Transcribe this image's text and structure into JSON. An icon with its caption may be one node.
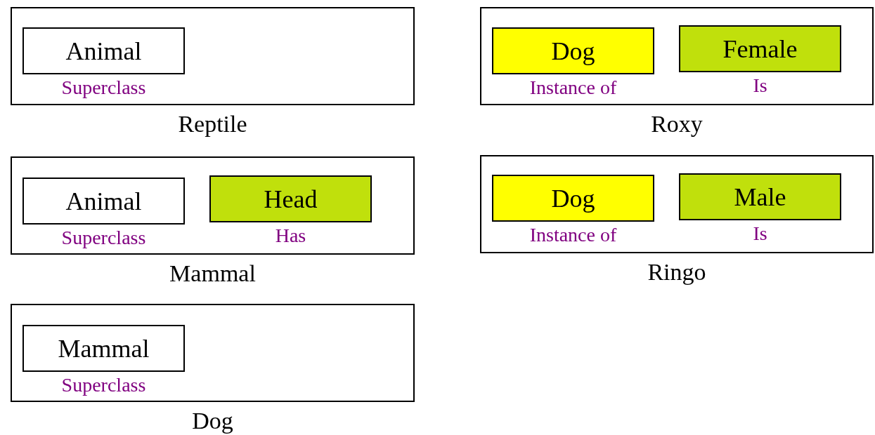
{
  "diagram": {
    "nodes": [
      {
        "text": [
          "Reptile"
        ]
      },
      {
        "text": [
          "Animal"
        ],
        "in": 0,
        "beside": [
          "Superclass"
        ]
      },
      {
        "text": [
          "Mammal"
        ]
      },
      {
        "text": [
          "Animal"
        ],
        "in": 2,
        "beside": [
          "Superclass"
        ]
      },
      {
        "text": [
          "Head"
        ],
        "in": 2,
        "beside": [
          "Has"
        ]
      },
      {
        "text": [
          "Dog"
        ]
      },
      {
        "text": [
          "Mammal"
        ],
        "in": 5,
        "beside": [
          "Superclass"
        ]
      },
      {
        "text": [
          "Roxy"
        ]
      },
      {
        "text": [
          "Dog"
        ],
        "in": 7,
        "beside": [
          "Instance of"
        ]
      },
      {
        "text": [
          "Female"
        ],
        "in": 7,
        "beside": [
          "Is"
        ]
      },
      {
        "text": [
          "Ringo"
        ]
      },
      {
        "text": [
          "Dog"
        ],
        "in": 10,
        "beside": [
          "Instance of"
        ]
      },
      {
        "text": [
          "Male"
        ],
        "in": 10,
        "beside": [
          "Is"
        ]
      }
    ]
  }
}
